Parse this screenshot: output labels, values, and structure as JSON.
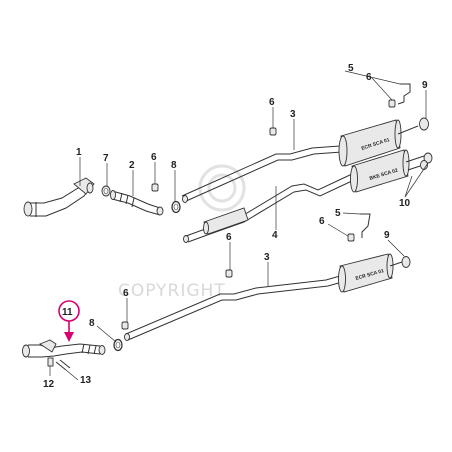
{
  "callouts": {
    "c1": "1",
    "c2": "2",
    "c3_top": "3",
    "c3_bottom": "3",
    "c4": "4",
    "c5_top": "5",
    "c5_bottom": "5",
    "c6_top_right": "6",
    "c6_top_mid": "6",
    "c6_top_left": "6",
    "c6_bottom_right": "6",
    "c6_bottom_mid": "6",
    "c6_bottom_left": "6",
    "c7": "7",
    "c8_top": "8",
    "c8_bottom": "8",
    "c9_top": "9",
    "c9_bottom": "9",
    "c10": "10",
    "c11": "11",
    "c12": "12",
    "c13": "13"
  },
  "muffler_labels": {
    "top_rear": "ECR SCA 01",
    "top_middle": "BKE SCA 02",
    "bottom_rear": "ECR SCA 01"
  },
  "watermark": "COPYRIGHT",
  "colors": {
    "highlight": "#d6006f",
    "line": "#333333",
    "watermark": "#d8d8d8"
  }
}
